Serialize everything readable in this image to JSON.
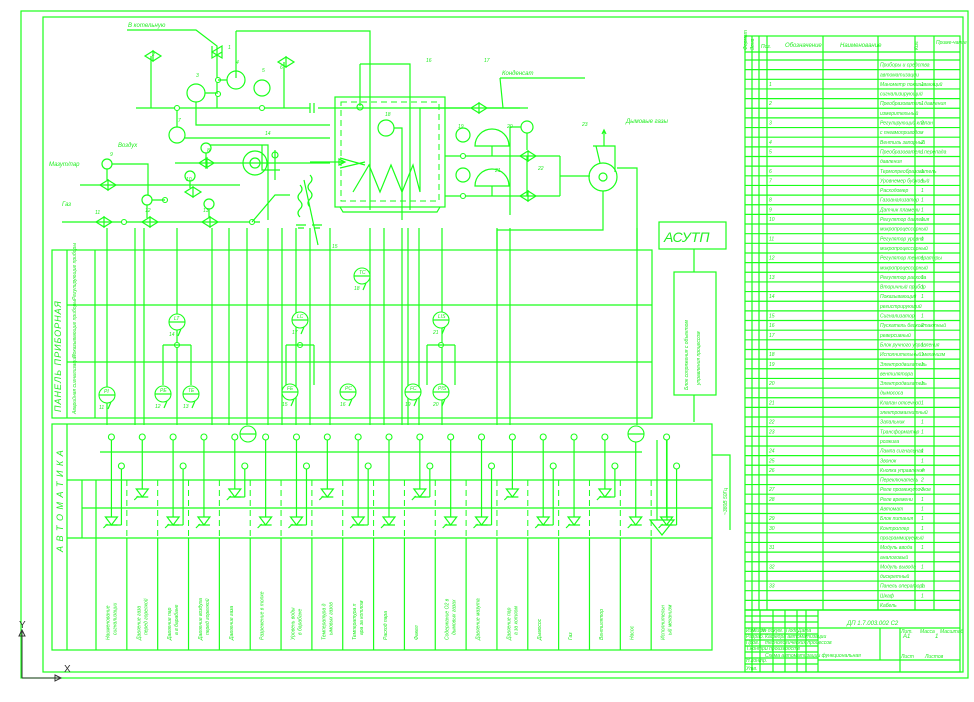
{
  "drawing": {
    "title_code": "ДП 1.7.003.002 С2",
    "sheet_title": "Схема автоматизации функциональная",
    "org_text": [
      "Кафедра автоматизации",
      "технологических процессов",
      "и производств"
    ],
    "sheet_format": "А1",
    "stage": "ДП",
    "sheet_no": "1",
    "sheets_total": "1",
    "title_headers": [
      "Изм.",
      "Лист",
      "№ докум.",
      "Подп.",
      "Дата"
    ],
    "title_rows": [
      "Разраб.",
      "Пров.",
      "Т.контр.",
      "Н.контр.",
      "Утв."
    ],
    "title_cells": [
      "Лит.",
      "Масса",
      "Масштаб",
      "Лист",
      "Листов"
    ]
  },
  "process_labels": {
    "to_consumer": "В котельную",
    "to_atmosphere": "Конденсат",
    "air": "Воздух",
    "fuel_gas": "Газ",
    "mazut": "Мазут/пар",
    "flue_gas": "Дымовые газы"
  },
  "blocks": {
    "asutp": "АСУТП",
    "asutp_link": [
      "Блок сопряжения с объектом",
      "управления процессом"
    ],
    "panel": "ПАНЕЛЬ ПРИБОРНАЯ",
    "panel_rows": [
      "Регулирующие приборы",
      "Показывающие приборы",
      "Аварийная сигнализация"
    ],
    "automation": "А В Т О М А Т И К А",
    "power": "~380В 50Гц"
  },
  "automation_columns": [
    "Наименование сигнализации",
    "Давление газа перед горелкой",
    "Давление пара в барабане",
    "Давление воздуха перед горелкой",
    "Давление газа",
    "Разрежение в топке",
    "Уровень воды в барабане",
    "Температура дымовых газов",
    "Температура пара за котлом",
    "Расход пара",
    "Факел",
    "Содержание O2 в дымовых газах",
    "Давление мазута",
    "Давление пара за котлом",
    "Дымосос",
    "Газ",
    "Вентилятор",
    "Насос",
    "Исполнительный механизм"
  ],
  "position_numbers": [
    "1",
    "2",
    "3",
    "4",
    "5",
    "6",
    "7",
    "8",
    "9",
    "10",
    "11",
    "12",
    "13",
    "14",
    "15",
    "16",
    "17",
    "18",
    "19",
    "20",
    "21",
    "22",
    "23",
    "24",
    "25",
    "26",
    "27",
    "28",
    "29",
    "30",
    "31",
    "32",
    "33"
  ],
  "instrument_tags": [
    "PI",
    "PE",
    "TE",
    "LT",
    "FE",
    "PC",
    "LC",
    "TC",
    "FC",
    "PIS",
    "LIS",
    "TIS",
    "FIS",
    "NS",
    "HS",
    "AE"
  ],
  "spec_table": {
    "headers": [
      "Формат",
      "Зона",
      "Поз.",
      "Обозначение",
      "Наименование",
      "Кол.",
      "Приме-чание"
    ],
    "rows": [
      {
        "pos": "",
        "name": "Приборы и средства",
        "qty": ""
      },
      {
        "pos": "",
        "name": "автоматизации",
        "qty": ""
      },
      {
        "pos": "1",
        "name": "Манометр показывающий",
        "qty": "1"
      },
      {
        "pos": "",
        "name": "сигнализирующий",
        "qty": ""
      },
      {
        "pos": "2",
        "name": "Преобразователь давления",
        "qty": "1"
      },
      {
        "pos": "",
        "name": "измерительный",
        "qty": ""
      },
      {
        "pos": "3",
        "name": "Регулирующий клапан",
        "qty": "2"
      },
      {
        "pos": "",
        "name": "с пневмоприводом",
        "qty": ""
      },
      {
        "pos": "4",
        "name": "Вентиль запорный",
        "qty": "2"
      },
      {
        "pos": "5",
        "name": "Преобразователь перепада",
        "qty": "1"
      },
      {
        "pos": "",
        "name": "давления",
        "qty": ""
      },
      {
        "pos": "6",
        "name": "Термопреобразователь",
        "qty": "1"
      },
      {
        "pos": "7",
        "name": "Уровнемер буйковый",
        "qty": "1"
      },
      {
        "pos": "",
        "name": "Расходомер",
        "qty": "1"
      },
      {
        "pos": "8",
        "name": "Газоанализатор",
        "qty": "1"
      },
      {
        "pos": "9",
        "name": "Датчик пламени",
        "qty": "1"
      },
      {
        "pos": "10",
        "name": "Регулятор давления",
        "qty": "1"
      },
      {
        "pos": "",
        "name": "микропроцессорный",
        "qty": ""
      },
      {
        "pos": "11",
        "name": "Регулятор уровня",
        "qty": "1"
      },
      {
        "pos": "",
        "name": "микропроцессорный",
        "qty": ""
      },
      {
        "pos": "12",
        "name": "Регулятор температуры",
        "qty": "1"
      },
      {
        "pos": "",
        "name": "микропроцессорный",
        "qty": ""
      },
      {
        "pos": "13",
        "name": "Регулятор расхода",
        "qty": "1"
      },
      {
        "pos": "",
        "name": "Вторичный прибор",
        "qty": "1"
      },
      {
        "pos": "14",
        "name": "Показывающий",
        "qty": "1"
      },
      {
        "pos": "",
        "name": "регистрирующий",
        "qty": ""
      },
      {
        "pos": "15",
        "name": "Сигнализатор",
        "qty": "1"
      },
      {
        "pos": "16",
        "name": "Пускатель бесконтактный",
        "qty": "2"
      },
      {
        "pos": "17",
        "name": "реверсивный",
        "qty": ""
      },
      {
        "pos": "",
        "name": "Блок ручного управления",
        "qty": "1"
      },
      {
        "pos": "18",
        "name": "Исполнительный механизм",
        "qty": "1"
      },
      {
        "pos": "19",
        "name": "Электродвигатель",
        "qty": "1"
      },
      {
        "pos": "",
        "name": "вентилятора",
        "qty": ""
      },
      {
        "pos": "20",
        "name": "Электродвигатель",
        "qty": "1"
      },
      {
        "pos": "",
        "name": "дымососа",
        "qty": ""
      },
      {
        "pos": "21",
        "name": "Клапан отсечной",
        "qty": "1"
      },
      {
        "pos": "",
        "name": "электромагнитный",
        "qty": ""
      },
      {
        "pos": "22",
        "name": "Запальник",
        "qty": "1"
      },
      {
        "pos": "23",
        "name": "Трансформатор",
        "qty": "1"
      },
      {
        "pos": "",
        "name": "розжига",
        "qty": ""
      },
      {
        "pos": "24",
        "name": "Лампа сигнальная",
        "qty": "1"
      },
      {
        "pos": "25",
        "name": "Звонок",
        "qty": "1"
      },
      {
        "pos": "26",
        "name": "Кнопка управления",
        "qty": "4"
      },
      {
        "pos": "",
        "name": "Переключатель",
        "qty": "2"
      },
      {
        "pos": "27",
        "name": "Реле промежуточное",
        "qty": "3"
      },
      {
        "pos": "28",
        "name": "Реле времени",
        "qty": "1"
      },
      {
        "pos": "",
        "name": "Автомат",
        "qty": "1"
      },
      {
        "pos": "29",
        "name": "Блок питания",
        "qty": "1"
      },
      {
        "pos": "30",
        "name": "Контроллер",
        "qty": "1"
      },
      {
        "pos": "",
        "name": "программируемый",
        "qty": ""
      },
      {
        "pos": "31",
        "name": "Модуль ввода",
        "qty": "1"
      },
      {
        "pos": "",
        "name": "аналоговый",
        "qty": ""
      },
      {
        "pos": "32",
        "name": "Модуль вывода",
        "qty": "1"
      },
      {
        "pos": "",
        "name": "дискретный",
        "qty": ""
      },
      {
        "pos": "33",
        "name": "Панель оператора",
        "qty": "1"
      },
      {
        "pos": "",
        "name": "Шкаф",
        "qty": "1"
      },
      {
        "pos": "",
        "name": "Кабель",
        "qty": ""
      }
    ]
  },
  "ucs": {
    "y_label": "Y",
    "x_label": "X"
  }
}
